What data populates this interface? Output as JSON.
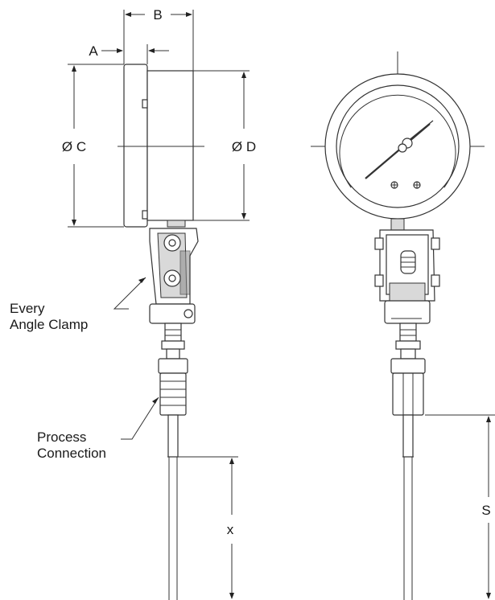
{
  "dimensions": {
    "a": "A",
    "b": "B",
    "c": "Ø C",
    "d": "Ø D",
    "x": "x",
    "s": "S"
  },
  "callouts": {
    "clamp_line1": "Every",
    "clamp_line2": "Angle Clamp",
    "process_line1": "Process",
    "process_line2": "Connection"
  }
}
